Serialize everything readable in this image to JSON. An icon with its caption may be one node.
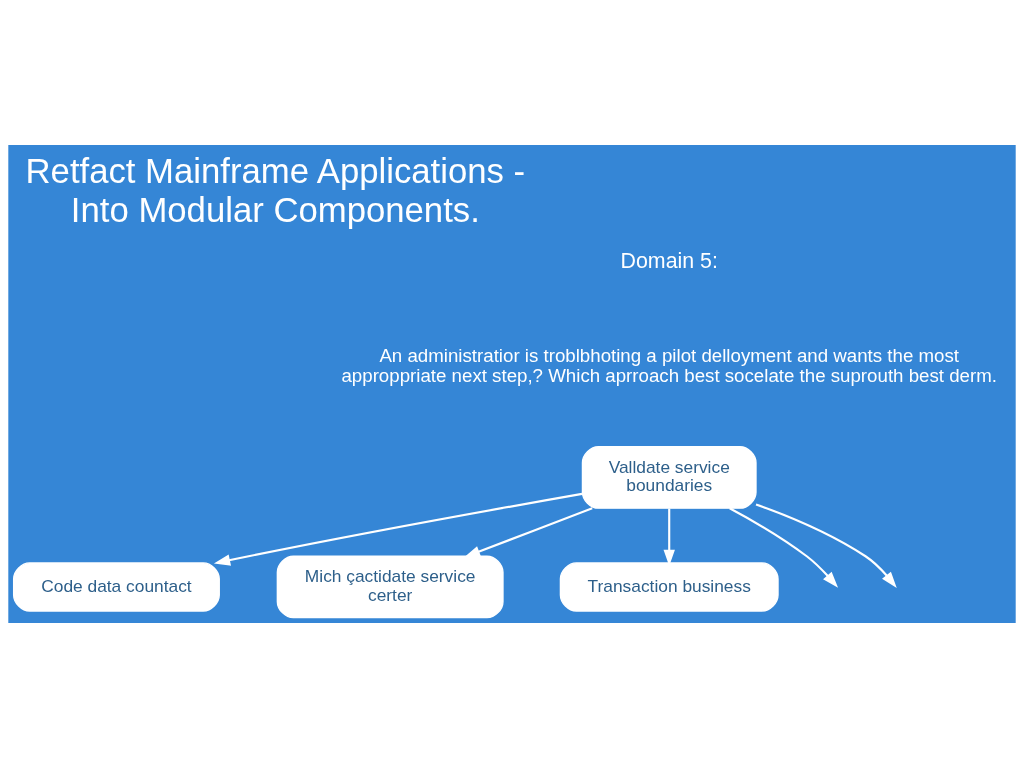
{
  "diagram": {
    "title": "Retfact Mainframe Applications - Into Modular Components.",
    "nodes": [
      {
        "text": [
          "Valldate service boundaries"
        ]
      },
      {
        "text": [
          "Code data countact"
        ]
      },
      {
        "text": [
          "Mich çactidate service certer"
        ]
      },
      {
        "text": [
          "Transaction business"
        ]
      }
    ],
    "edges": [
      {
        "from": 0,
        "to": null,
        "arrow": "to"
      },
      {
        "from": 0,
        "to": null,
        "arrow": "to"
      },
      {
        "from": 0,
        "to": 1,
        "arrow": "to"
      },
      {
        "from": 0,
        "to": 2,
        "arrow": "to"
      },
      {
        "from": 0,
        "to": 3,
        "arrow": "to"
      }
    ],
    "labels": [
      "Domain 5:",
      "An administratior is troblbhoting a pilot delloyment and wants the most approppriate next step,? Which aprroach best socelate the suprouth best derm."
    ]
  }
}
